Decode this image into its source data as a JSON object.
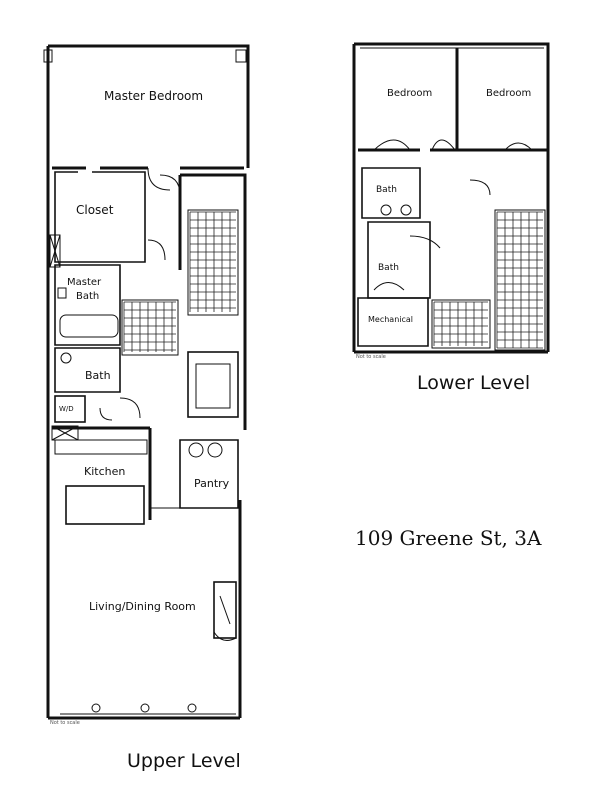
{
  "address": "109 Greene St, 3A",
  "levels": {
    "upper": {
      "label": "Upper Level",
      "rooms": {
        "master_bedroom": "Master Bedroom",
        "closet": "Closet",
        "master_bath_line1": "Master",
        "master_bath_line2": "Bath",
        "bath": "Bath",
        "wd": "W/D",
        "kitchen": "Kitchen",
        "pantry": "Pantry",
        "living_dining": "Living/Dining Room"
      }
    },
    "lower": {
      "label": "Lower Level",
      "rooms": {
        "bedroom_1": "Bedroom",
        "bedroom_2": "Bedroom",
        "bath_1": "Bath",
        "bath_2": "Bath",
        "mechanical": "Mechanical"
      }
    }
  },
  "colors": {
    "ink": "#111111",
    "paper": "#ffffff"
  }
}
